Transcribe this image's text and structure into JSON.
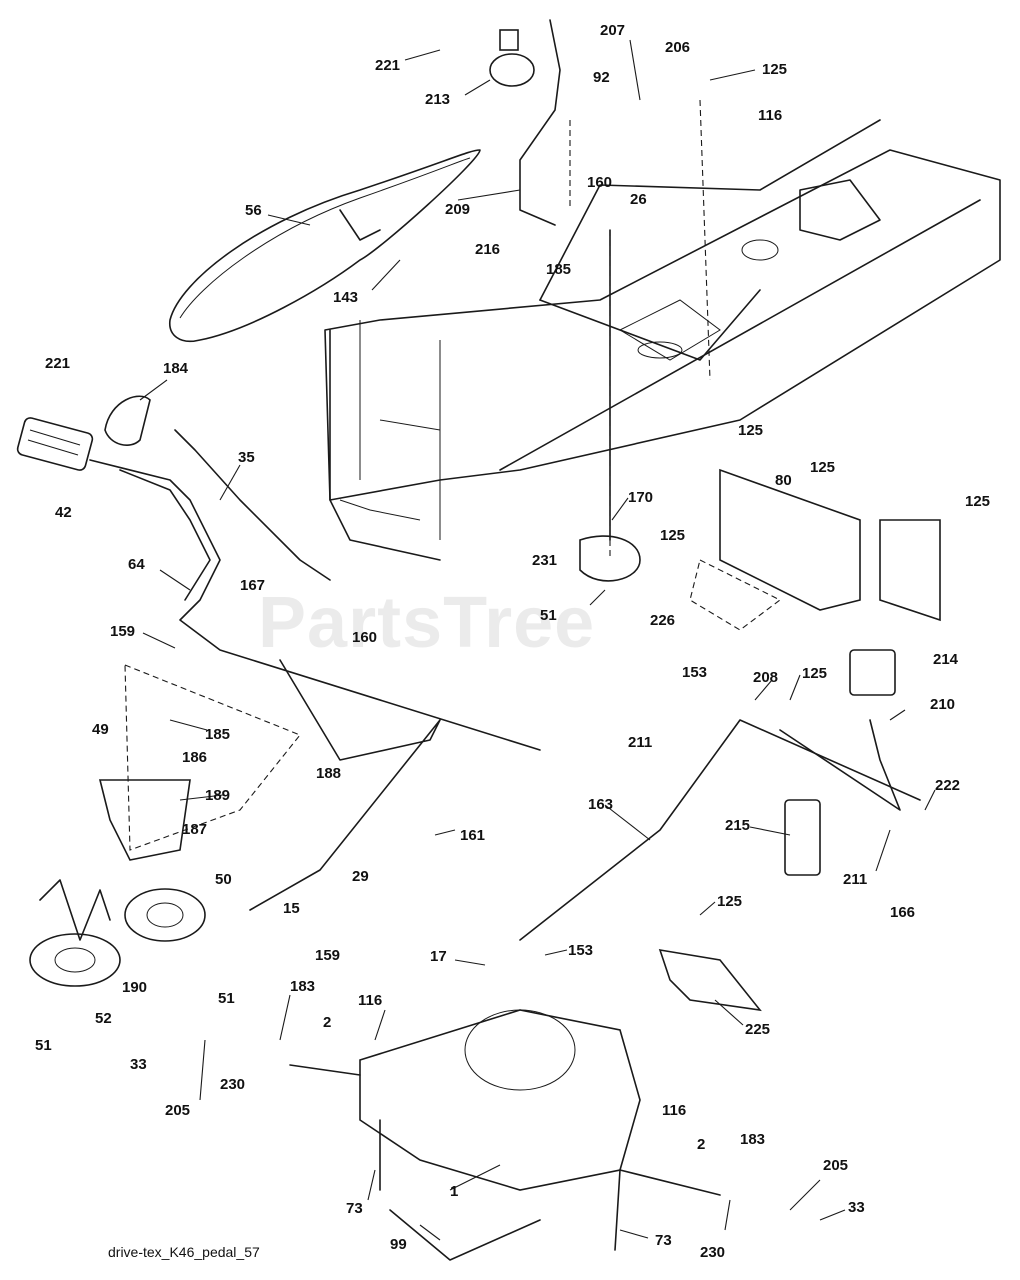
{
  "diagram": {
    "caption": "drive-tex_K46_pedal_57",
    "watermark": "PartsTree"
  },
  "labels": {
    "l221a": "221",
    "l213": "213",
    "l207": "207",
    "l92": "92",
    "l206": "206",
    "l125a": "125",
    "l116a": "116",
    "l160a": "160",
    "l26": "26",
    "l209": "209",
    "l56": "56",
    "l185a": "185",
    "l216": "216",
    "l143": "143",
    "l221b": "221",
    "l184": "184",
    "l42": "42",
    "l35": "35",
    "l64": "64",
    "l167": "167",
    "l160b": "160",
    "l159a": "159",
    "l49": "49",
    "l185b": "185",
    "l186": "186",
    "l189": "189",
    "l188": "188",
    "l187": "187",
    "l161": "161",
    "l29": "29",
    "l50": "50",
    "l15": "15",
    "l159b": "159",
    "l190": "190",
    "l51a": "51",
    "l52": "52",
    "l51b": "51",
    "l170": "170",
    "l231": "231",
    "l51c": "51",
    "l125b": "125",
    "l80": "80",
    "l125c": "125",
    "l125d": "125",
    "l125e": "125",
    "l226": "226",
    "l153a": "153",
    "l208": "208",
    "l125f": "125",
    "l214": "214",
    "l210": "210",
    "l211a": "211",
    "l163": "163",
    "l222": "222",
    "l215": "215",
    "l211b": "211",
    "l166": "166",
    "l125g": "125",
    "l17": "17",
    "l153b": "153",
    "l225": "225",
    "l183a": "183",
    "l116b": "116",
    "l2a": "2",
    "l33a": "33",
    "l205a": "205",
    "l230a": "230",
    "l116c": "116",
    "l2b": "2",
    "l183b": "183",
    "l205b": "205",
    "l33b": "33",
    "l1": "1",
    "l73a": "73",
    "l73b": "73",
    "l230b": "230",
    "l99": "99"
  }
}
